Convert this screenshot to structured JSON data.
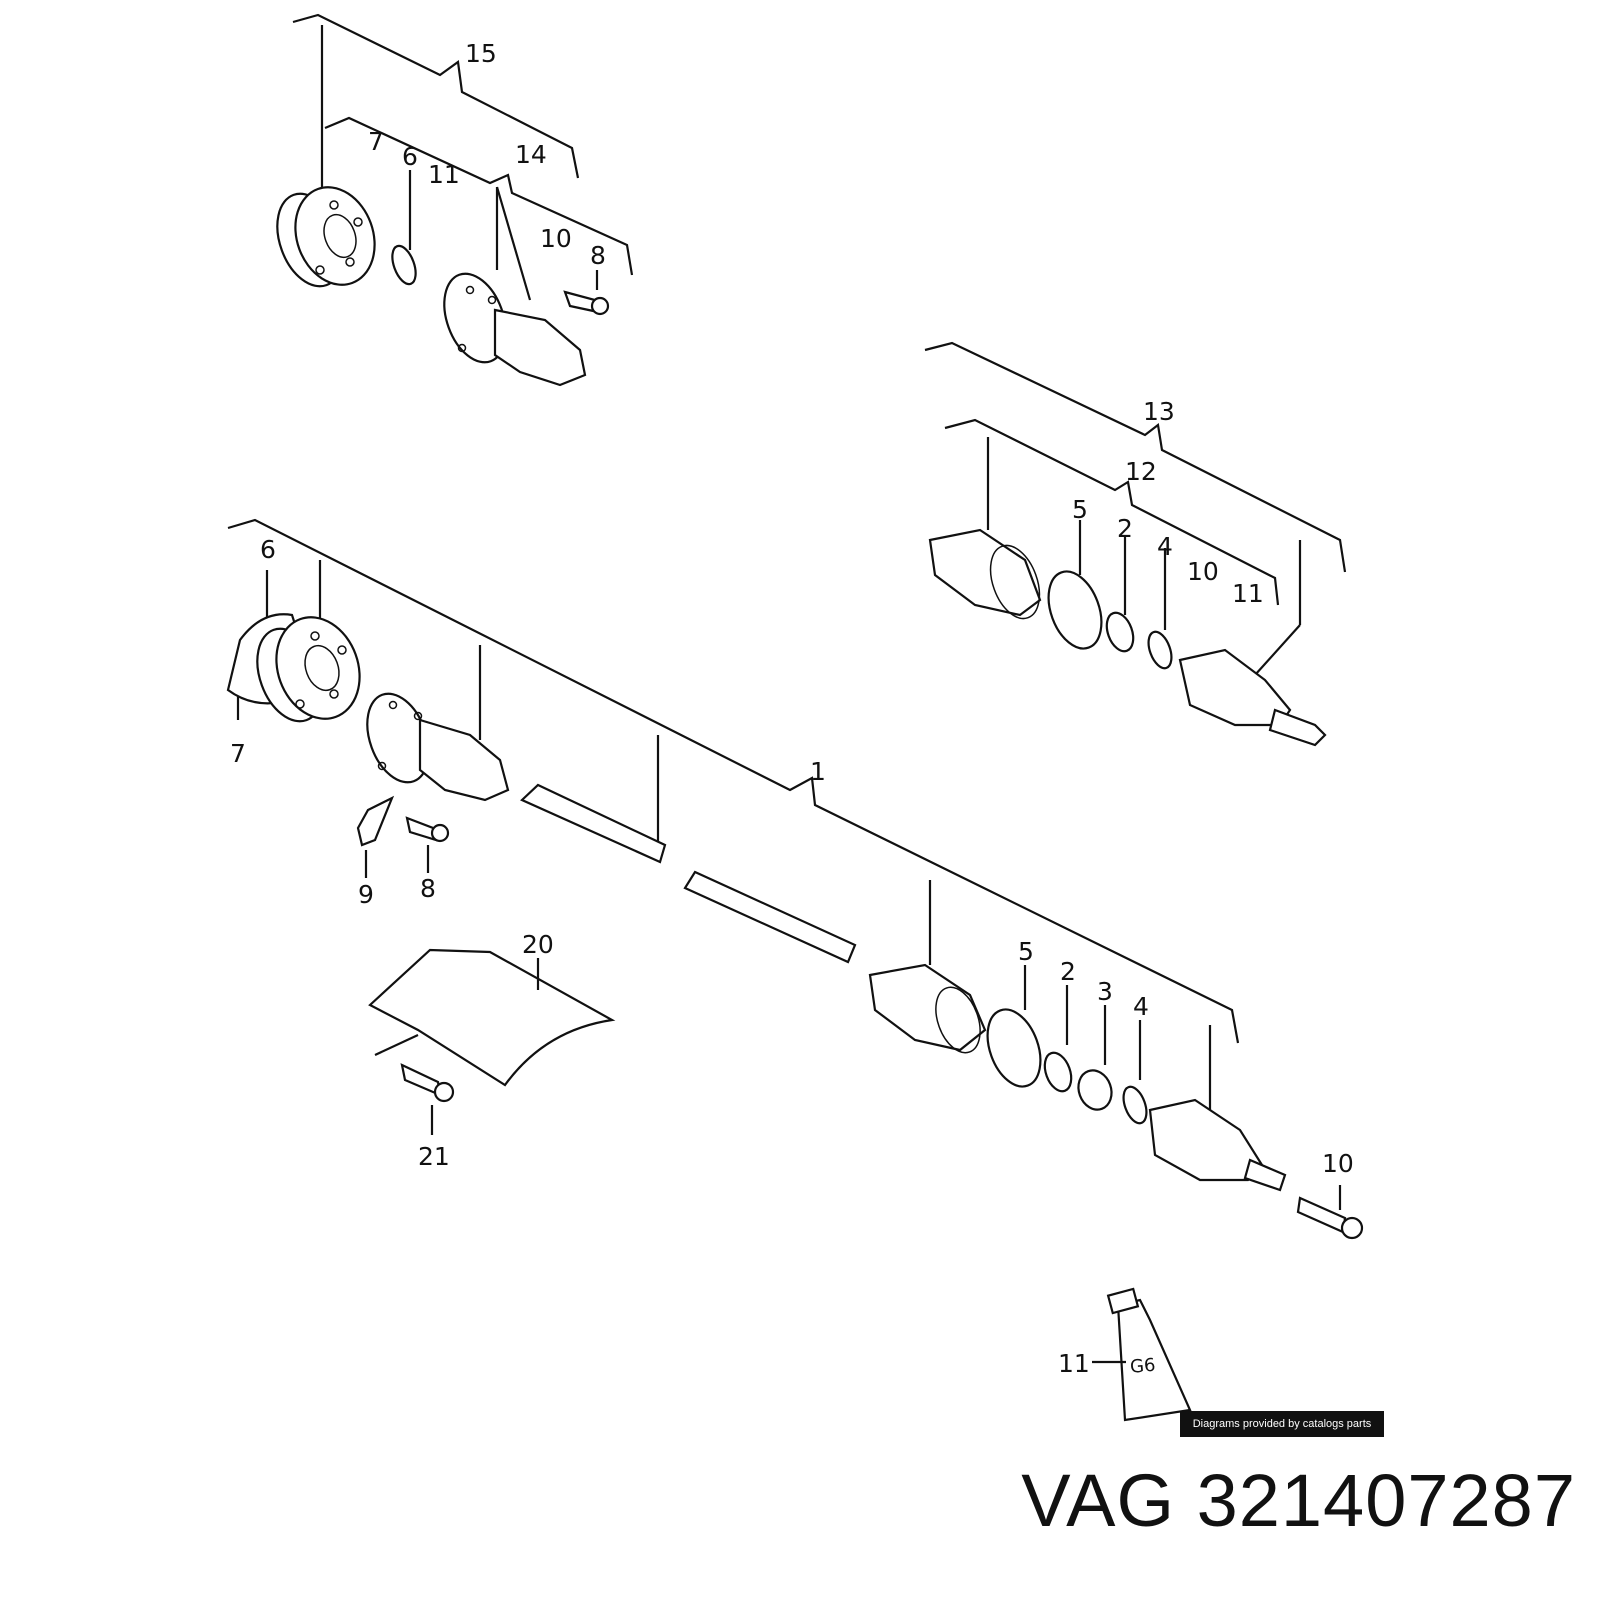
{
  "diagram": {
    "callouts": {
      "c1": "1",
      "c2a": "2",
      "c2b": "2",
      "c3": "3",
      "c4a": "4",
      "c4b": "4",
      "c5a": "5",
      "c5b": "5",
      "c6a": "6",
      "c6b": "6",
      "c7a": "7",
      "c7b": "7",
      "c8a": "8",
      "c8b": "8",
      "c9": "9",
      "c10a": "10",
      "c10b": "10",
      "c10c": "10",
      "c11a": "11",
      "c11b": "11",
      "c11c": "11",
      "c12": "12",
      "c13": "13",
      "c14": "14",
      "c15": "15",
      "c20": "20",
      "c21": "21"
    },
    "grease_tube_label": "G6",
    "credit": "Diagrams provided by catalogs parts"
  },
  "footer": {
    "brand": "VAG",
    "part_number": "321407287"
  }
}
